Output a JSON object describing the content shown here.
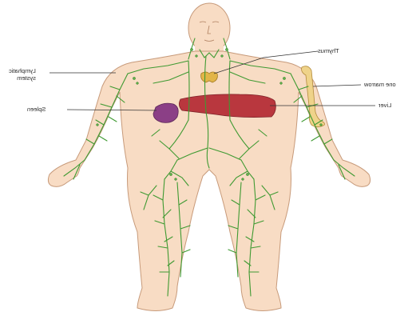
{
  "labels": {
    "thymus": "Thymus",
    "lymphatic_line1": "Lymphatic",
    "lymphatic_line2": "system",
    "bone_marrow": "one marrow",
    "liver": "Liver",
    "spleen": "Spleen"
  },
  "colors": {
    "skin": "#f8dcc4",
    "skin_outline": "#c79a7a",
    "lymph_vessel": "#3f9a32",
    "liver": "#b9373e",
    "spleen": "#8b3f86",
    "thymus": "#e2b548",
    "bone": "#efd38a"
  }
}
